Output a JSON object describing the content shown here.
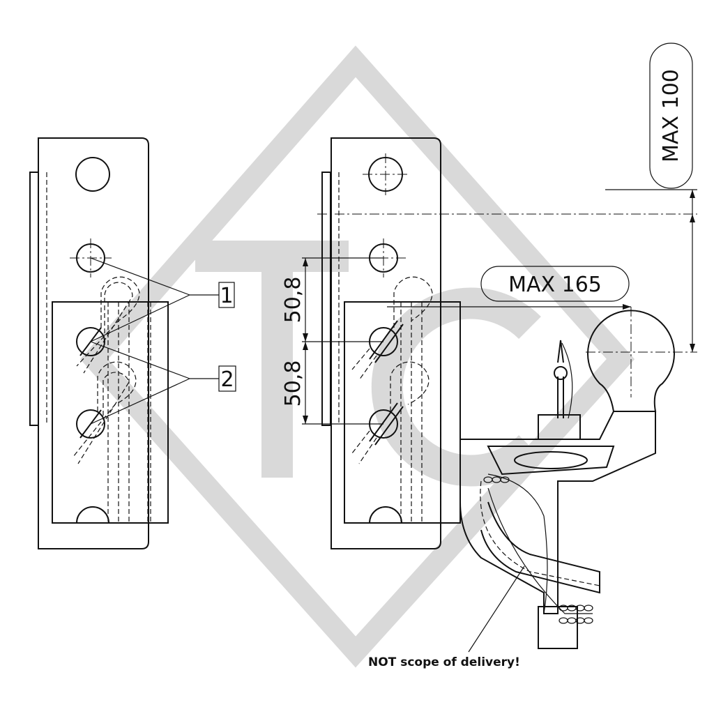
{
  "watermark": {
    "letters": "TC",
    "color": "#d9d9d9"
  },
  "labels": {
    "item1": "1",
    "item2": "2"
  },
  "dimensions": {
    "spacing_top": "50,8",
    "spacing_bottom": "50,8",
    "max_height": "MAX 100",
    "max_reach": "MAX 165"
  },
  "note": "NOT scope of delivery!"
}
